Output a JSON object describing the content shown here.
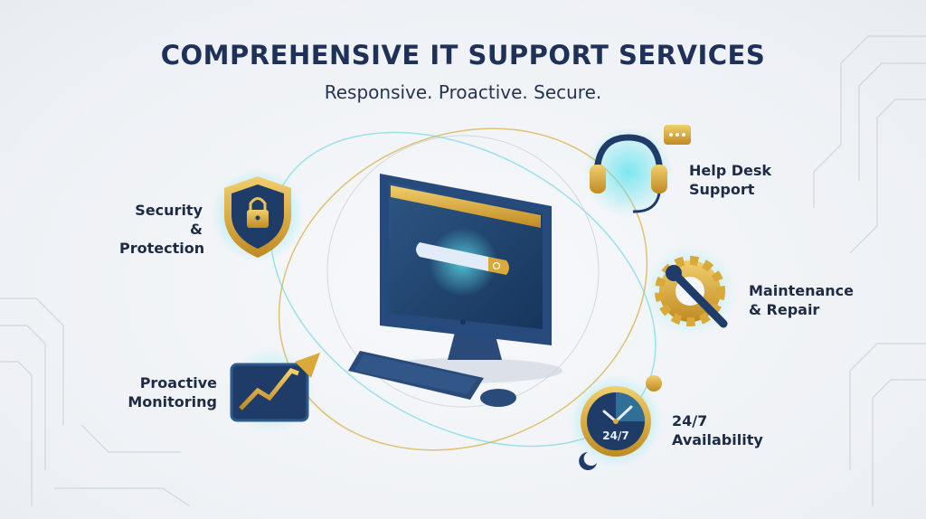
{
  "header": {
    "title": "COMPREHENSIVE IT SUPPORT SERVICES",
    "subtitle": "Responsive. Proactive. Secure."
  },
  "services": [
    {
      "line1": "Security &",
      "line2": "Protection",
      "icon": "shield-lock-icon"
    },
    {
      "line1": "Help Desk",
      "line2": "Support",
      "icon": "headset-icon"
    },
    {
      "line1": "Maintenance",
      "line2": "& Repair",
      "icon": "gear-wrench-icon"
    },
    {
      "line1": "Proactive",
      "line2": "Monitoring",
      "icon": "chart-tablet-icon"
    },
    {
      "line1": "24/7",
      "line2": "Availability",
      "icon": "clock-icon"
    }
  ],
  "clock_text": "24/7",
  "colors": {
    "navy": "#1e3159",
    "gold": "#d9a93a",
    "cyan": "#5fe3ee",
    "monitor": "#2a4a7a"
  }
}
